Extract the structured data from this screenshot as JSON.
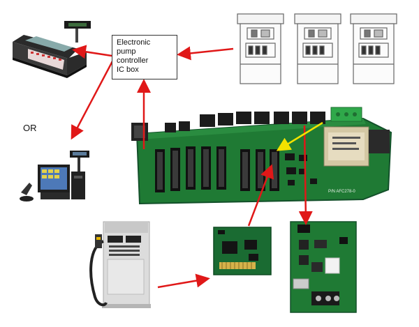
{
  "diagram": {
    "controller_box": {
      "lines": [
        "Electronic",
        "pump",
        "controller",
        "IC box"
      ]
    },
    "or_label": "OR",
    "board_model_label": "P/N  AFC278-0",
    "colors": {
      "arrow_main": "#e01818",
      "arrow_accent": "#f2e200",
      "pcb_green": "#1f7a34",
      "pcb_dark": "#13502a",
      "terminal_green": "#2fa84a"
    }
  }
}
